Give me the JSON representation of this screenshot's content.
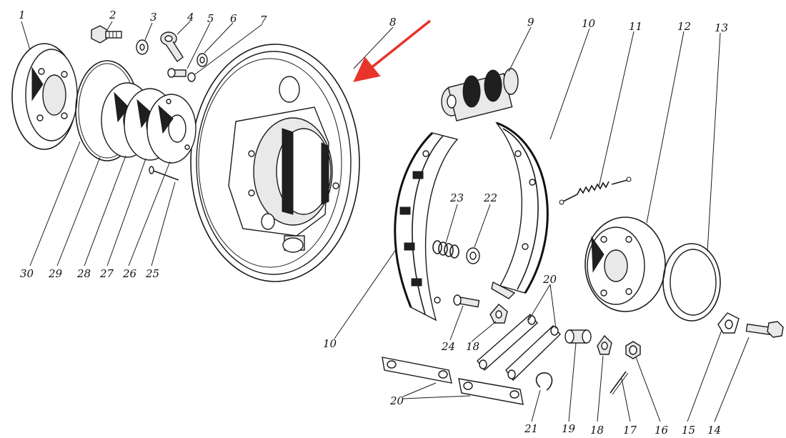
{
  "callouts": {
    "c1": "1",
    "c2": "2",
    "c3": "3",
    "c4": "4",
    "c5": "5",
    "c6": "6",
    "c7": "7",
    "c8": "8",
    "c9": "9",
    "c10a": "10",
    "c10b": "10",
    "c11": "11",
    "c12": "12",
    "c13": "13",
    "c14": "14",
    "c15": "15",
    "c16": "16",
    "c17": "17",
    "c18a": "18",
    "c18b": "18",
    "c19": "19",
    "c20a": "20",
    "c20b": "20",
    "c21": "21",
    "c22": "22",
    "c23": "23",
    "c24": "24",
    "c25": "25",
    "c26": "26",
    "c27": "27",
    "c28": "28",
    "c29": "29",
    "c30": "30"
  },
  "colors": {
    "ink": "#1b1b1b",
    "arrow": "#e8342a",
    "paper": "#ffffff"
  }
}
